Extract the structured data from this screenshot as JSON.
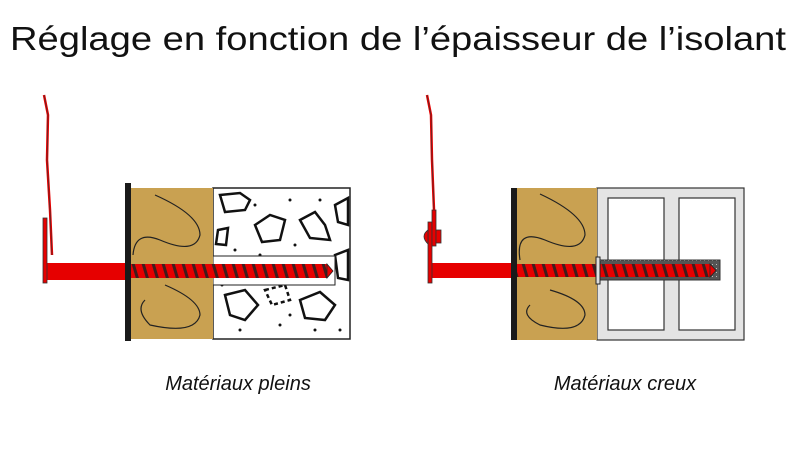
{
  "title": "Réglage en fonction de l’épaisseur de l’isolant",
  "panels": [
    {
      "caption": "Matériaux pleins",
      "wall": "solid-concrete"
    },
    {
      "caption": "Matériaux creux",
      "wall": "hollow-brick"
    }
  ],
  "colors": {
    "fixing_red": "#e60000",
    "insulation": "#c9a151",
    "board": "#1a1a1a",
    "hollow_brick": "#e4e4e4",
    "sleeve": "#555555"
  }
}
